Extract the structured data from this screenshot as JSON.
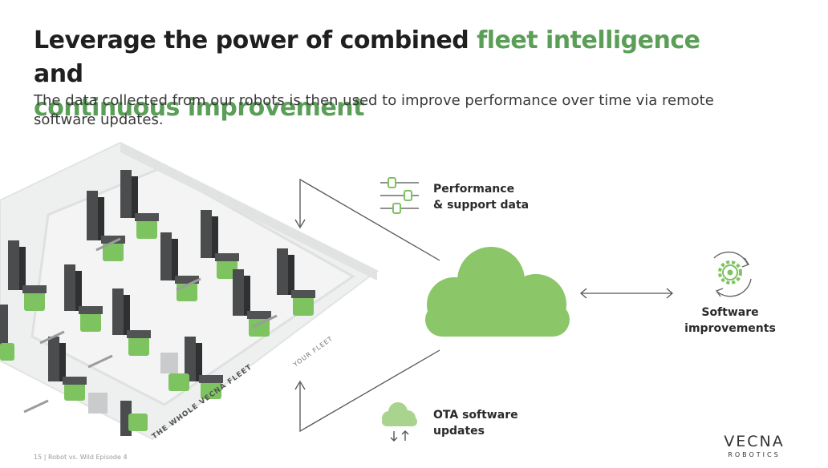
{
  "slide": {
    "title_part1": "Leverage the power of combined ",
    "title_accent1": "fleet intelligence",
    "title_part2": " and ",
    "title_accent2": "continuous improvement",
    "subtitle": "The data collected from our robots is then used to improve performance over time via remote software updates."
  },
  "diagram": {
    "performance_label_line1": "Performance",
    "performance_label_line2": "& support data",
    "software_label_line1": "Software",
    "software_label_line2": "improvements",
    "ota_label_line1": "OTA software",
    "ota_label_line2": "updates",
    "fleet_label_outer": "THE WHOLE VECNA FLEET",
    "fleet_label_inner": "YOUR FLEET",
    "icons": [
      "sliders-icon",
      "cloud-icon",
      "gear-cycle-icon",
      "cloud-download-icon",
      "warehouse-robots-illustration"
    ]
  },
  "footer": {
    "text": "15 | Robot vs. Wild Episode 4"
  },
  "logo": {
    "word": "VECNA",
    "sub": "ROBOTICS"
  },
  "colors": {
    "accent": "#5a9e57",
    "cloud": "#8bc668",
    "text": "#222222"
  }
}
